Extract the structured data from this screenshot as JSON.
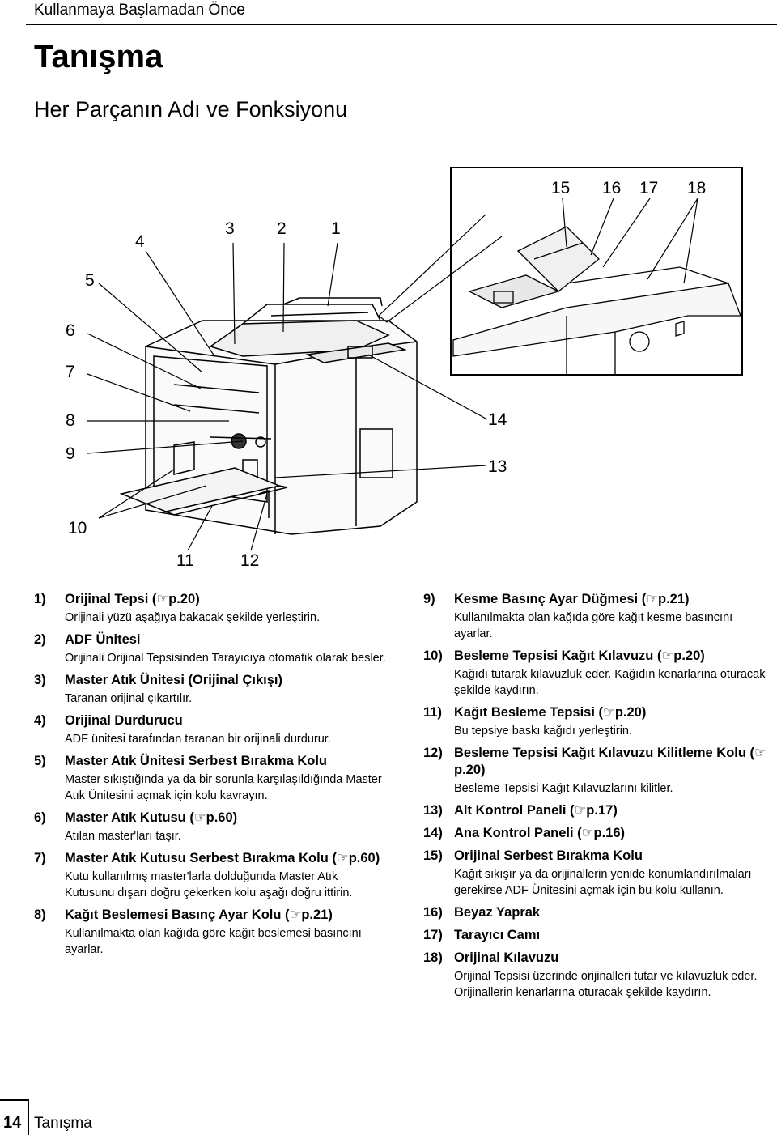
{
  "header": {
    "chapter": "Kullanmaya Başlamadan Önce"
  },
  "page_title": "Tanışma",
  "section_title": "Her Parçanın Adı ve Fonksiyonu",
  "figure": {
    "callouts": [
      "1",
      "2",
      "3",
      "4",
      "5",
      "6",
      "7",
      "8",
      "9",
      "10",
      "11",
      "12",
      "13",
      "14",
      "15",
      "16",
      "17",
      "18"
    ]
  },
  "ref_icon": "☞",
  "items_left": [
    {
      "num": "1)",
      "title": "Orijinal Tepsi (",
      "ref": "p.20)",
      "desc": "Orijinali yüzü aşağıya bakacak şekilde yerleştirin."
    },
    {
      "num": "2)",
      "title": "ADF Ünitesi",
      "ref": "",
      "desc": "Orijinali Orijinal Tepsisinden Tarayıcıya otomatik olarak besler."
    },
    {
      "num": "3)",
      "title": "Master Atık Ünitesi (Orijinal Çıkışı)",
      "ref": "",
      "desc": "Taranan orijinal çıkartılır."
    },
    {
      "num": "4)",
      "title": "Orijinal Durdurucu",
      "ref": "",
      "desc": "ADF ünitesi tarafından taranan bir orijinali durdurur."
    },
    {
      "num": "5)",
      "title": "Master Atık Ünitesi Serbest Bırakma Kolu",
      "ref": "",
      "desc": "Master sıkıştığında ya da bir sorunla karşılaşıldığında Master Atık Ünitesini açmak için kolu kavrayın."
    },
    {
      "num": "6)",
      "title": "Master Atık Kutusu (",
      "ref": "p.60)",
      "desc": "Atılan master'ları taşır."
    },
    {
      "num": "7)",
      "title": "Master Atık Kutusu Serbest Bırakma Kolu (",
      "ref": "p.60)",
      "desc": "Kutu kullanılmış master'larla dolduğunda Master Atık Kutusunu dışarı doğru çekerken kolu aşağı doğru ittirin."
    },
    {
      "num": "8)",
      "title": "Kağıt Beslemesi Basınç Ayar Kolu (",
      "ref": "p.21)",
      "desc": "Kullanılmakta olan kağıda göre kağıt beslemesi basıncını ayarlar."
    }
  ],
  "items_right": [
    {
      "num": "9)",
      "title": "Kesme Basınç Ayar Düğmesi (",
      "ref": "p.21)",
      "desc": "Kullanılmakta olan kağıda göre kağıt kesme basıncını ayarlar."
    },
    {
      "num": "10)",
      "title": "Besleme Tepsisi Kağıt Kılavuzu (",
      "ref": "p.20)",
      "desc": "Kağıdı tutarak kılavuzluk eder. Kağıdın kenarlarına oturacak şekilde kaydırın."
    },
    {
      "num": "11)",
      "title": "Kağıt Besleme Tepsisi (",
      "ref": "p.20)",
      "desc": "Bu tepsiye baskı kağıdı yerleştirin."
    },
    {
      "num": "12)",
      "title": "Besleme Tepsisi Kağıt Kılavuzu Kilitleme Kolu (",
      "ref": "p.20)",
      "desc": "Besleme Tepsisi Kağıt Kılavuzlarını kilitler."
    },
    {
      "num": "13)",
      "title": "Alt Kontrol Paneli (",
      "ref": "p.17)",
      "desc": ""
    },
    {
      "num": "14)",
      "title": "Ana Kontrol Paneli (",
      "ref": "p.16)",
      "desc": ""
    },
    {
      "num": "15)",
      "title": "Orijinal Serbest Bırakma Kolu",
      "ref": "",
      "desc": "Kağıt sıkışır ya da orijinallerin yenide konumlandırılmaları gerekirse ADF Ünitesini açmak için bu kolu kullanın."
    },
    {
      "num": "16)",
      "title": "Beyaz Yaprak",
      "ref": "",
      "desc": ""
    },
    {
      "num": "17)",
      "title": "Tarayıcı Camı",
      "ref": "",
      "desc": ""
    },
    {
      "num": "18)",
      "title": "Orijinal Kılavuzu",
      "ref": "",
      "desc": "Orijinal Tepsisi üzerinde orijinalleri tutar ve kılavuzluk eder. Orijinallerin kenarlarına oturacak şekilde kaydırın."
    }
  ],
  "footer": {
    "page_number": "14",
    "label": "Tanışma"
  }
}
